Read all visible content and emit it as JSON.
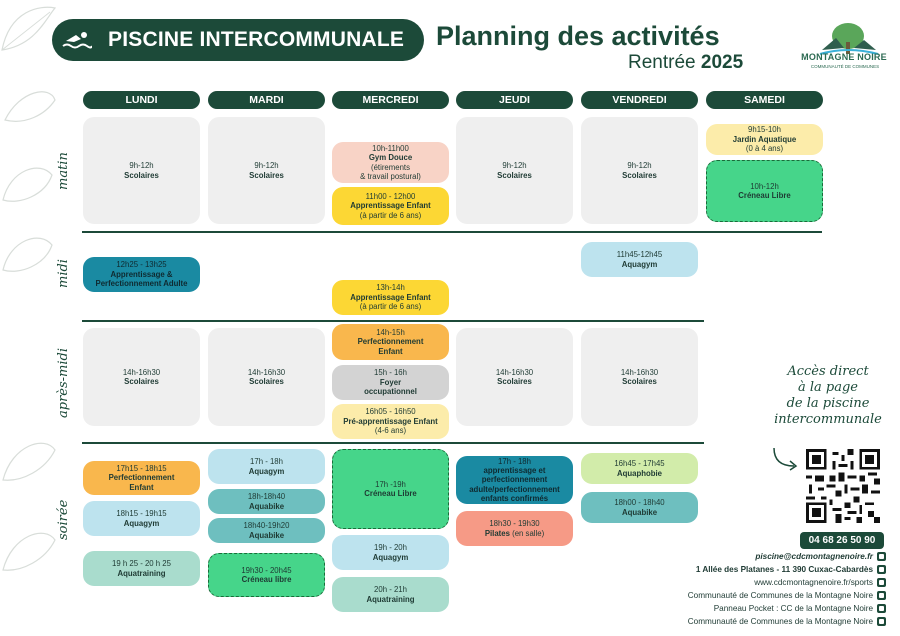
{
  "header": {
    "pool_title": "PISCINE INTERCOMMUNALE",
    "planning_title": "Planning des activités",
    "rentree_label": "Rentrée",
    "rentree_year": "2025"
  },
  "logo": {
    "name": "MONTAGNE NOIRE",
    "subtitle": "COMMUNAUTÉ DE COMMUNES"
  },
  "days": [
    "LUNDI",
    "MARDI",
    "MERCREDI",
    "JEUDI",
    "VENDREDI",
    "SAMEDI"
  ],
  "periods": {
    "matin": "matin",
    "midi": "midi",
    "apres_midi": "après-midi",
    "soiree": "soirée"
  },
  "activities": {
    "matin": {
      "lundi": {
        "time": "9h-12h",
        "name": "Scolaires"
      },
      "mardi": {
        "time": "9h-12h",
        "name": "Scolaires"
      },
      "mercredi_1": {
        "time": "10h-11h00",
        "name": "Gym Douce",
        "sub1": "(étirements",
        "sub2": "& travail postural)"
      },
      "mercredi_2": {
        "time": "11h00 - 12h00",
        "name": "Apprentissage Enfant",
        "sub1": "(à partir de 6 ans)"
      },
      "jeudi": {
        "time": "9h-12h",
        "name": "Scolaires"
      },
      "vendredi": {
        "time": "9h-12h",
        "name": "Scolaires"
      },
      "samedi_1": {
        "time": "9h15-10h",
        "name": "Jardin Aquatique",
        "sub1": "(0 à 4 ans)"
      },
      "samedi_2": {
        "time": "10h-12h",
        "name": "Créneau Libre"
      }
    },
    "midi": {
      "lundi": {
        "time": "12h25 - 13h25",
        "name1": "Apprentissage &",
        "name2": "Perfectionnement Adulte"
      },
      "mercredi": {
        "time": "13h-14h",
        "name": "Apprentissage Enfant",
        "sub1": "(à partir de 6 ans)"
      },
      "vendredi": {
        "time": "11h45-12h45",
        "name": "Aquagym"
      }
    },
    "apres_midi": {
      "lundi": {
        "time": "14h-16h30",
        "name": "Scolaires"
      },
      "mardi": {
        "time": "14h-16h30",
        "name": "Scolaires"
      },
      "mercredi_1": {
        "time": "14h-15h",
        "name1": "Perfectionnement",
        "name2": "Enfant"
      },
      "mercredi_2": {
        "time": "15h - 16h",
        "name1": "Foyer",
        "name2": "occupationnel"
      },
      "mercredi_3": {
        "time": "16h05 - 16h50",
        "name": "Pré-apprentissage Enfant",
        "sub1": "(4-6 ans)"
      },
      "jeudi": {
        "time": "14h-16h30",
        "name": "Scolaires"
      },
      "vendredi": {
        "time": "14h-16h30",
        "name": "Scolaires"
      }
    },
    "soiree": {
      "lundi_1": {
        "time": "17h15 - 18h15",
        "name1": "Perfectionnement",
        "name2": "Enfant"
      },
      "lundi_2": {
        "time": "18h15 - 19h15",
        "name": "Aquagym"
      },
      "lundi_3": {
        "time": "19 h 25 - 20 h 25",
        "name": "Aquatraining"
      },
      "mardi_1": {
        "time": "17h - 18h",
        "name": "Aquagym"
      },
      "mardi_2": {
        "time": "18h-18h40",
        "name": "Aquabike"
      },
      "mardi_3": {
        "time": "18h40-19h20",
        "name": "Aquabike"
      },
      "mardi_4": {
        "time": "19h30 - 20h45",
        "name": "Créneau libre"
      },
      "mercredi_1": {
        "time": "17h -19h",
        "name": "Créneau Libre"
      },
      "mercredi_2": {
        "time": "19h - 20h",
        "name": "Aquagym"
      },
      "mercredi_3": {
        "time": "20h - 21h",
        "name": "Aquatraining"
      },
      "jeudi_1": {
        "time": "17h - 18h",
        "name1": "apprentissage et",
        "name2": "perfectionnement",
        "name3": "adulte/perfectionnement",
        "name4": "enfants confirmés"
      },
      "jeudi_2": {
        "time": "18h30 - 19h30",
        "name": "Pilates",
        "sub_inline": " (en salle)"
      },
      "vendredi_1": {
        "time": "16h45 - 17h45",
        "name": "Aquaphobie"
      },
      "vendredi_2": {
        "time": "18h00 - 18h40",
        "name": "Aquabike"
      }
    }
  },
  "contact": {
    "acces_line1": "Accès direct",
    "acces_line2": "à la page",
    "acces_line3": "de la piscine",
    "acces_line4": "intercommunale",
    "phone": "04 68 26 50 90",
    "email": "piscine@cdcmontagnenoire.fr",
    "address": "1 Allée des Platanes - 11 390 Cuxac-Cabardès",
    "website": "www.cdcmontagnenoire.fr/sports",
    "facebook": "Communauté de Communes de la Montagne Noire",
    "panneau": "Panneau Pocket : CC de la Montagne Noire",
    "linkedin": "Communauté de Communes de la Montagne Noire"
  },
  "colors": {
    "dark_green": "#1c4a39",
    "gray": "#efefef",
    "yellow": "#fcd734",
    "teal": "#1a8aa2",
    "green": "#46d58a"
  }
}
